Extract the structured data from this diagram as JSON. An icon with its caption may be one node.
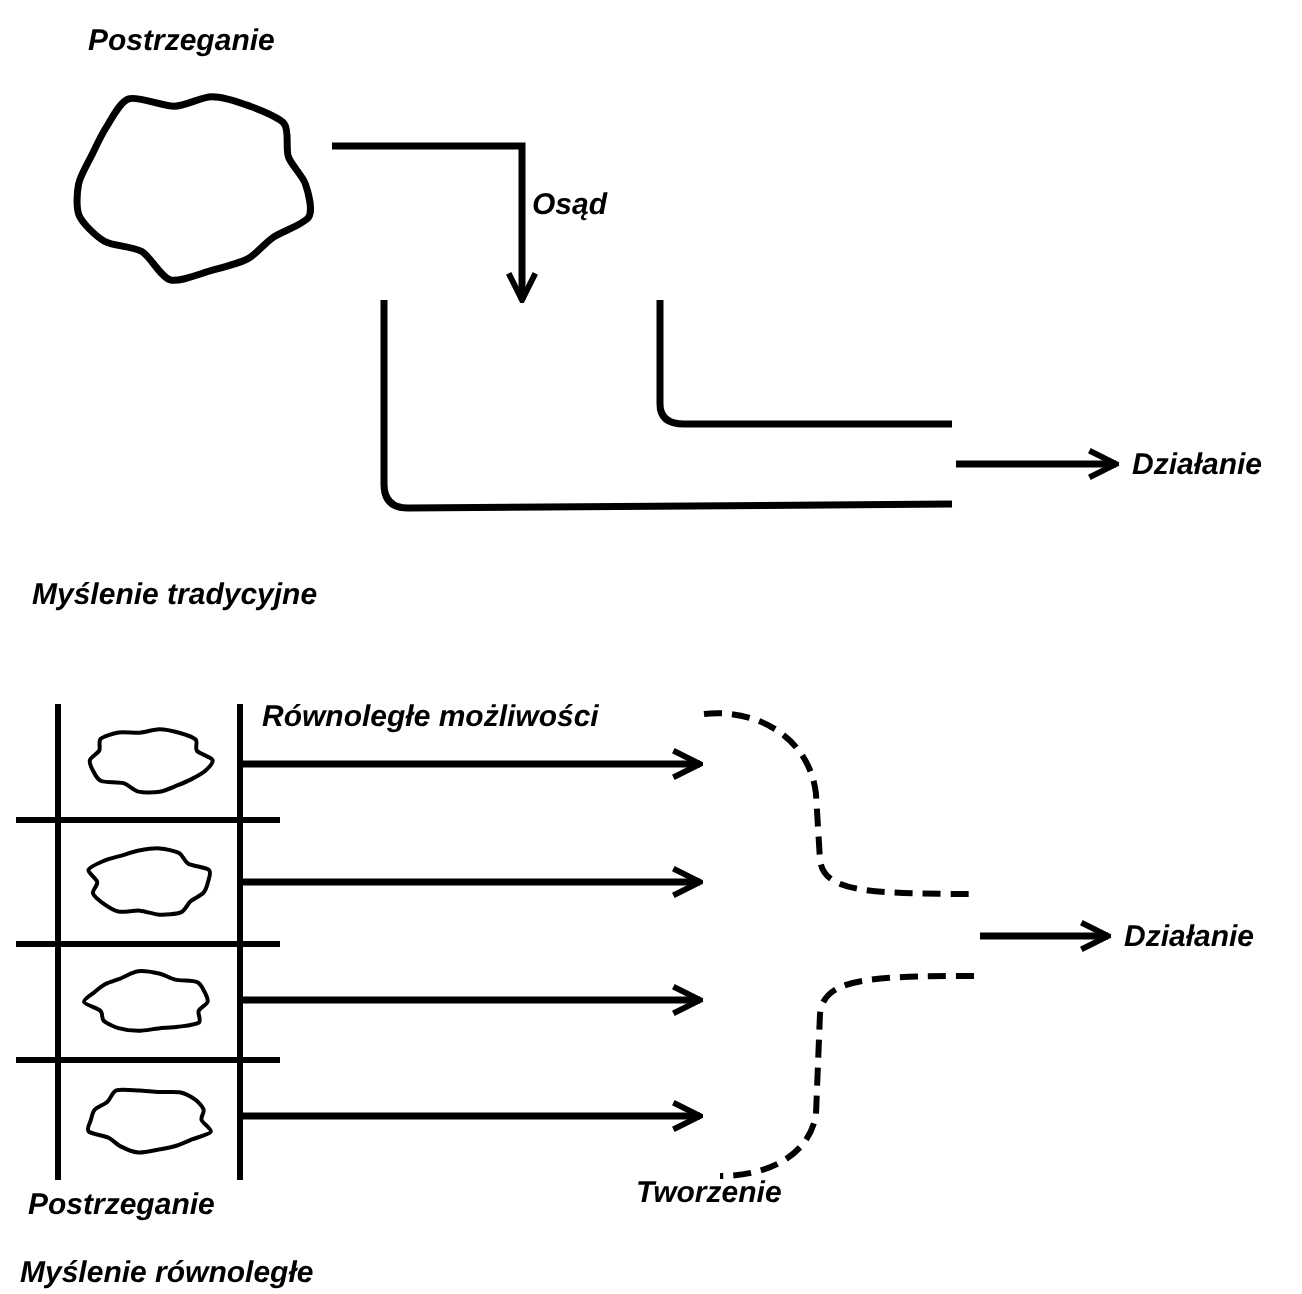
{
  "diagram": {
    "nodes": [
      {
        "text": [
          "Postrzeganie"
        ]
      },
      {
        "text": [],
        "shape": "channel"
      },
      {
        "text": [
          "Działanie"
        ]
      },
      {
        "text": [
          "Postrzeganie"
        ]
      },
      {
        "text": [],
        "shape": "cloud",
        "in": 3
      },
      {
        "text": [],
        "shape": "cloud",
        "in": 3
      },
      {
        "text": [],
        "shape": "cloud",
        "in": 3
      },
      {
        "text": [],
        "shape": "cloud",
        "in": 3
      },
      {
        "text": [],
        "shape": "brace"
      },
      {
        "text": [
          "Działanie"
        ]
      }
    ],
    "edges": [
      {
        "from": 0,
        "to": 1,
        "arrow": "to",
        "label": "Osąd"
      },
      {
        "from": 1,
        "to": 2,
        "arrow": "to"
      },
      {
        "from": 4,
        "to": 8,
        "arrow": "to"
      },
      {
        "from": 5,
        "to": 8,
        "arrow": "to"
      },
      {
        "from": 6,
        "to": 8,
        "arrow": "to"
      },
      {
        "from": 7,
        "to": 8,
        "arrow": "to"
      },
      {
        "from": 8,
        "to": 9,
        "arrow": "to"
      }
    ],
    "labels": [
      "Myślenie tradycyjne",
      "Równoległe możliwości",
      "Tworzenie",
      "Myślenie równoległe"
    ]
  }
}
